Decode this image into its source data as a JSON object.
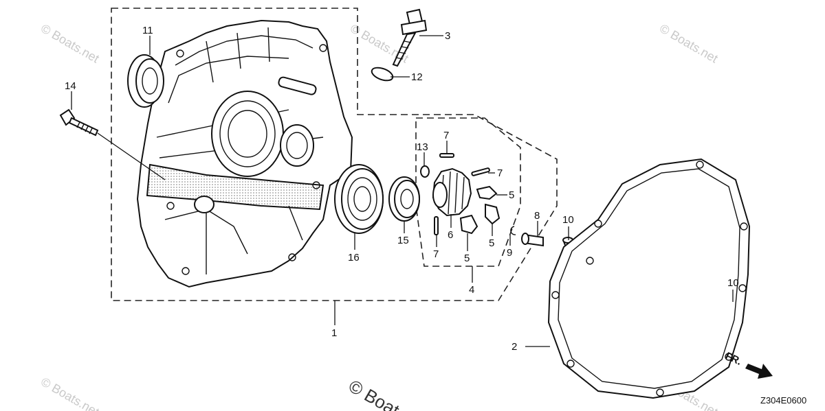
{
  "diagram_code": "Z304E0600",
  "direction_label": "FR.",
  "watermark": "© Boats.net",
  "watermark_bottom": "© Boat",
  "callouts": {
    "c1": "1",
    "c2": "2",
    "c3": "3",
    "c4": "4",
    "c5a": "5",
    "c5b": "5",
    "c5c": "5",
    "c6": "6",
    "c7a": "7",
    "c7b": "7",
    "c7c": "7",
    "c8": "8",
    "c9": "9",
    "c10a": "10",
    "c10b": "10",
    "c11": "11",
    "c12": "12",
    "c13": "13",
    "c14": "14",
    "c15": "15",
    "c16": "16"
  }
}
